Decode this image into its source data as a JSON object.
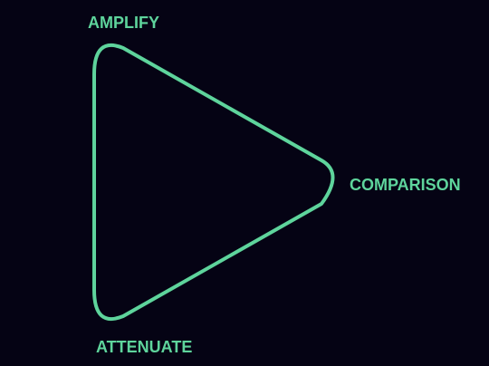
{
  "labels": {
    "top": "AMPLIFY",
    "right": "COMPARISON",
    "bottom": "ATTENUATE"
  },
  "colors": {
    "background": "#050314",
    "stroke": "#5ED49C",
    "label": "#5ED49C"
  }
}
